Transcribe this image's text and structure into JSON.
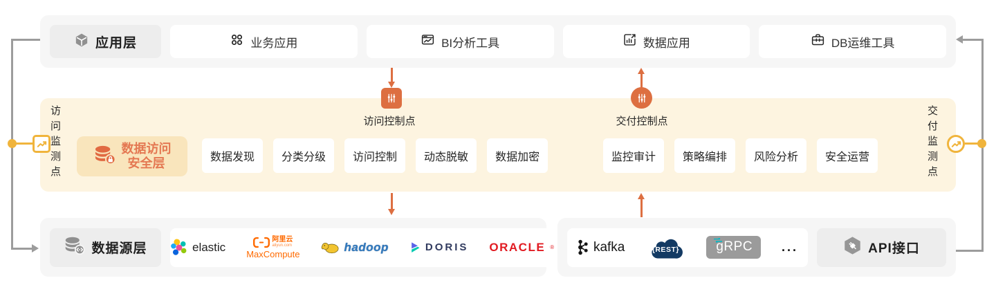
{
  "app_layer": {
    "title": "应用层",
    "title_icon": "hexagon-cube-icon",
    "apps": [
      {
        "label": "业务应用",
        "icon": "apps-grid-icon"
      },
      {
        "label": "BI分析工具",
        "icon": "bi-monitor-icon"
      },
      {
        "label": "数据应用",
        "icon": "bar-chart-arrow-icon"
      },
      {
        "label": "DB运维工具",
        "icon": "toolbox-icon"
      }
    ]
  },
  "security_layer": {
    "title_line1": "数据访问",
    "title_line2": "安全层",
    "title_icon": "database-lock-icon",
    "access_monitor_label": "访问监测点",
    "delivery_monitor_label": "交付监测点",
    "access_control_label": "访问控制点",
    "delivery_control_label": "交付控制点",
    "access_control_icon": "sliders-square-icon",
    "delivery_control_icon": "sliders-circle-icon",
    "monitor_marker_icon": "trend-line-icon",
    "modules_access": [
      "数据发现",
      "分类分级",
      "访问控制",
      "动态脱敏",
      "数据加密"
    ],
    "modules_delivery": [
      "监控审计",
      "策略编排",
      "风险分析",
      "安全运营"
    ]
  },
  "source_layer": {
    "title": "数据源层",
    "title_icon": "database-code-icon",
    "logos": {
      "elastic": "elastic",
      "maxcompute_brand": "阿里云",
      "maxcompute_sub": "aliyun.com",
      "maxcompute": "MaxCompute",
      "hadoop": "hadoop",
      "doris": "DORIS",
      "oracle": "ORACLE",
      "oracle_reg": "®",
      "more": "..."
    }
  },
  "api_layer": {
    "title": "API接口",
    "title_icon": "hexagon-plug-icon",
    "logos": {
      "kafka": "kafka",
      "rest": "{REST}",
      "grpc": "gRPC",
      "more": "..."
    }
  },
  "colors": {
    "accent_orange": "#dd6f41",
    "security_text_orange": "#e47852",
    "accent_yellow": "#f0b43c",
    "line_gray": "#9c9c9c",
    "band_gray": "#f6f6f6",
    "band_cream": "#fdf4e0",
    "chip_amber": "#f9e5bc"
  }
}
